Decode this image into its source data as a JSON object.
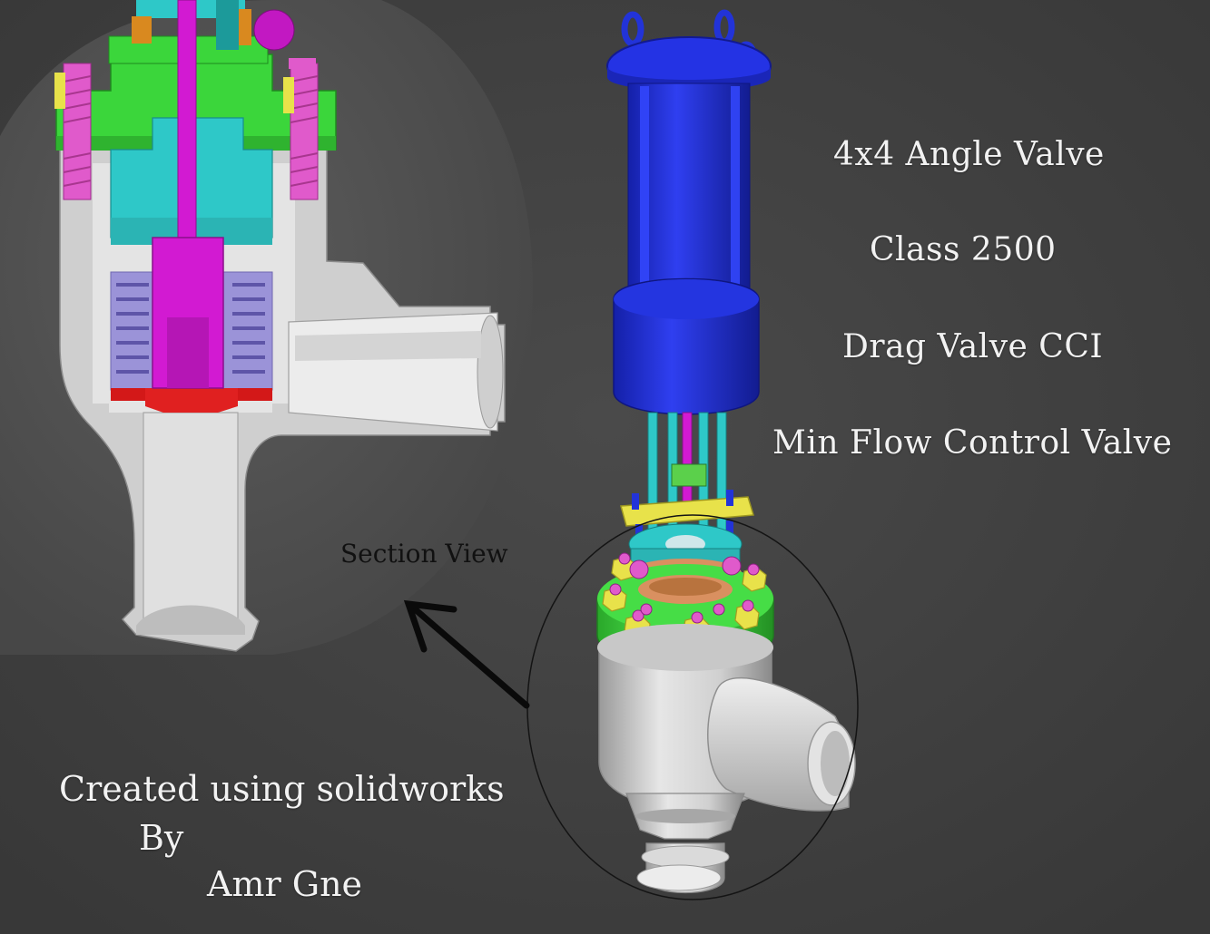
{
  "titles": {
    "line1": "4x4   Angle Valve",
    "line2": "Class 2500",
    "line3": "Drag Valve  CCI",
    "line4": "Min Flow Control Valve"
  },
  "section_label": "Section View",
  "credits": {
    "line1": "Created using solidworks",
    "line2": "By",
    "line3": "Amr Gne"
  },
  "colors": {
    "background": "#3e3e3e",
    "actuator": "#1f2fd0",
    "bonnet_flange": "#3bd63b",
    "stem": "#d21ad2",
    "yoke": "#2ec8c8",
    "body": "#d2d2d2",
    "drag_cage": "#9b93d8",
    "seat": "#d31818",
    "nuts": "#e8e24a"
  }
}
